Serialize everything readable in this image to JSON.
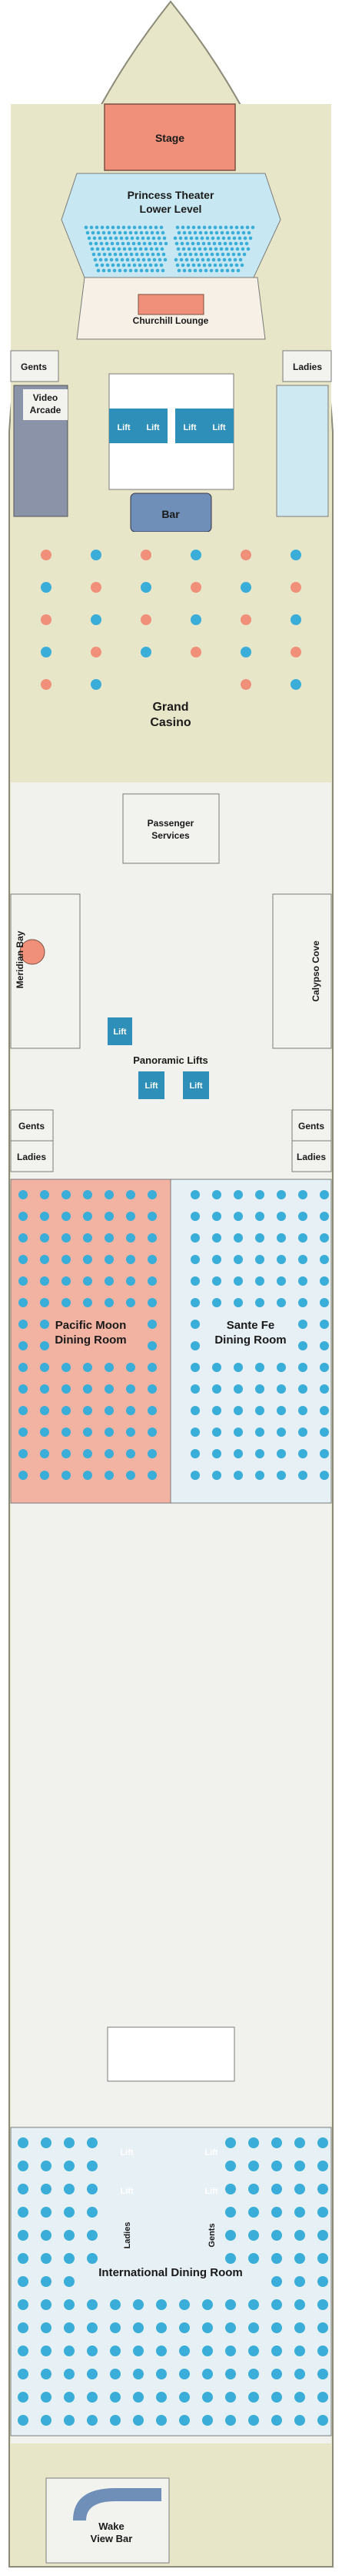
{
  "deck": {
    "venues": {
      "stage": "Stage",
      "theater_line1": "Princess Theater",
      "theater_line2": "Lower Level",
      "churchill": "Churchill Lounge",
      "video_line1": "Video",
      "video_line2": "Arcade",
      "bar": "Bar",
      "casino_line1": "Grand",
      "casino_line2": "Casino",
      "passenger_line1": "Passenger",
      "passenger_line2": "Services",
      "meridian": "Meridian Bay",
      "calypso": "Calypso Cove",
      "panoramic": "Panoramic Lifts",
      "pacific_line1": "Pacific Moon",
      "pacific_line2": "Dining Room",
      "santefe_line1": "Sante Fe",
      "santefe_line2": "Dining Room",
      "international": "International Dining Room",
      "wake_line1": "Wake",
      "wake_line2": "View Bar",
      "restroom_gents": "Gents",
      "restroom_ladies": "Ladies",
      "lift": "Lift"
    },
    "colors": {
      "hull": "#e8e6c8",
      "floor": "#f2f2ef",
      "wall": "#7a7a7a",
      "seat": "#3aaed8",
      "stage": "#f0907a",
      "bar": "#6f8fb8",
      "video": "#8a93a8",
      "dining_pink": "#f2b3a3",
      "dining_blue": "#e6f0f5",
      "lift": "#2e8fb8",
      "green": "#2aa37a",
      "casino_seat": "#f0907a"
    }
  }
}
